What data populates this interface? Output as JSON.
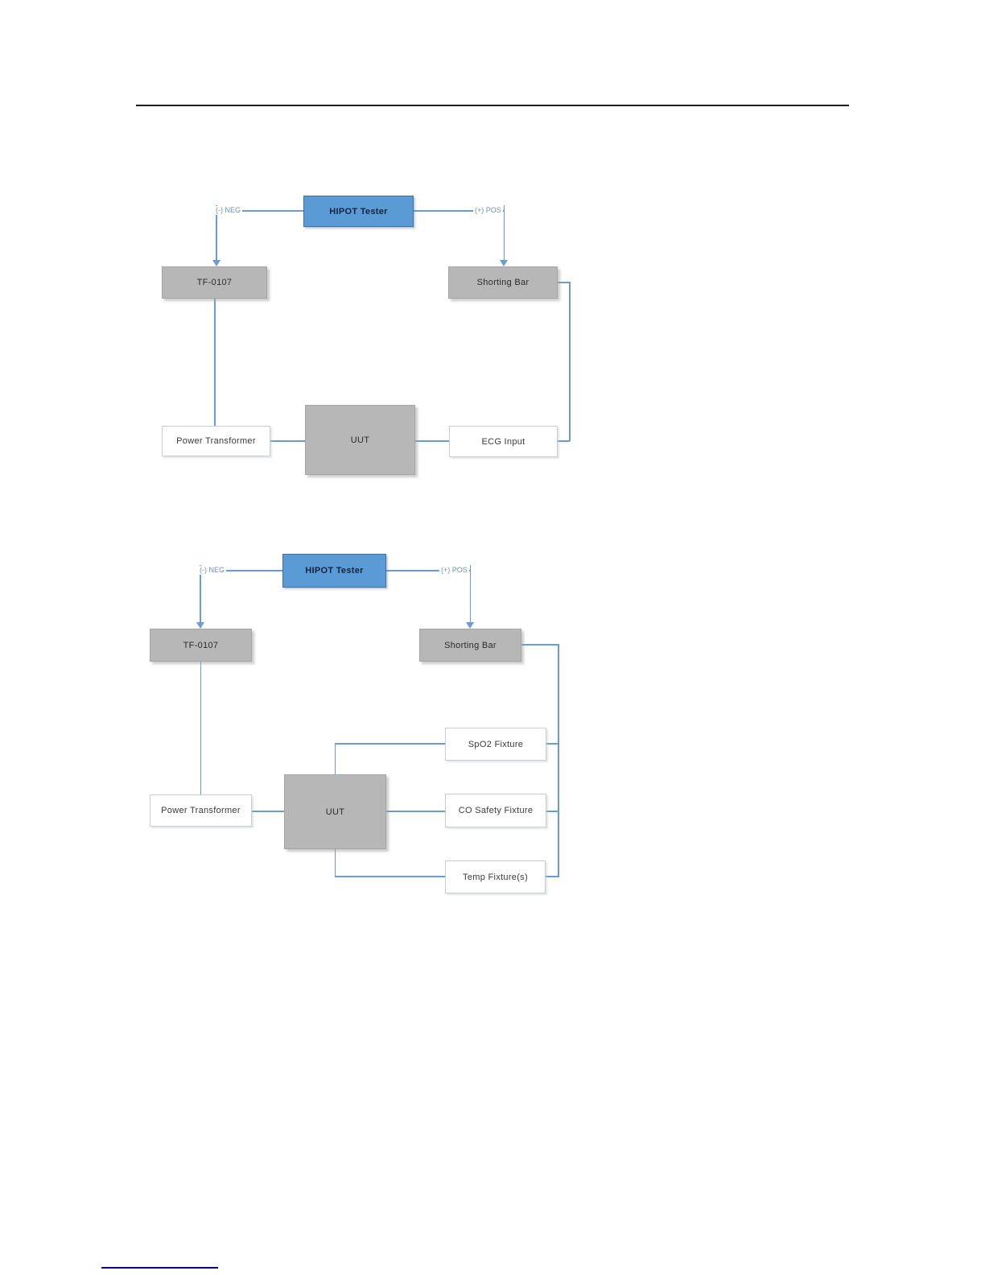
{
  "colors": {
    "accent_blue": "#5b9bd5",
    "node_gray": "#b7b7b7",
    "connector_blue": "#6b9bd2",
    "top_rule": "#1f1f1f",
    "footer_line": "#000099"
  },
  "diagram1": {
    "hipot_label": "HIPOT Tester",
    "neg_label": "(-) NEG",
    "pos_label": "(+) POS",
    "tf_label": "TF-0107",
    "shorting_bar_label": "Shorting Bar",
    "power_transformer_label": "Power Transformer",
    "uut_label": "UUT",
    "ecg_label": "ECG Input"
  },
  "diagram2": {
    "hipot_label": "HIPOT Tester",
    "neg_label": "(-) NEG",
    "pos_label": "(+) POS",
    "tf_label": "TF-0107",
    "shorting_bar_label": "Shorting Bar",
    "power_transformer_label": "Power Transformer",
    "uut_label": "UUT",
    "spo2_label": "SpO2 Fixture",
    "co_safety_label": "CO Safety Fixture",
    "temp_label": "Temp Fixture(s)"
  }
}
